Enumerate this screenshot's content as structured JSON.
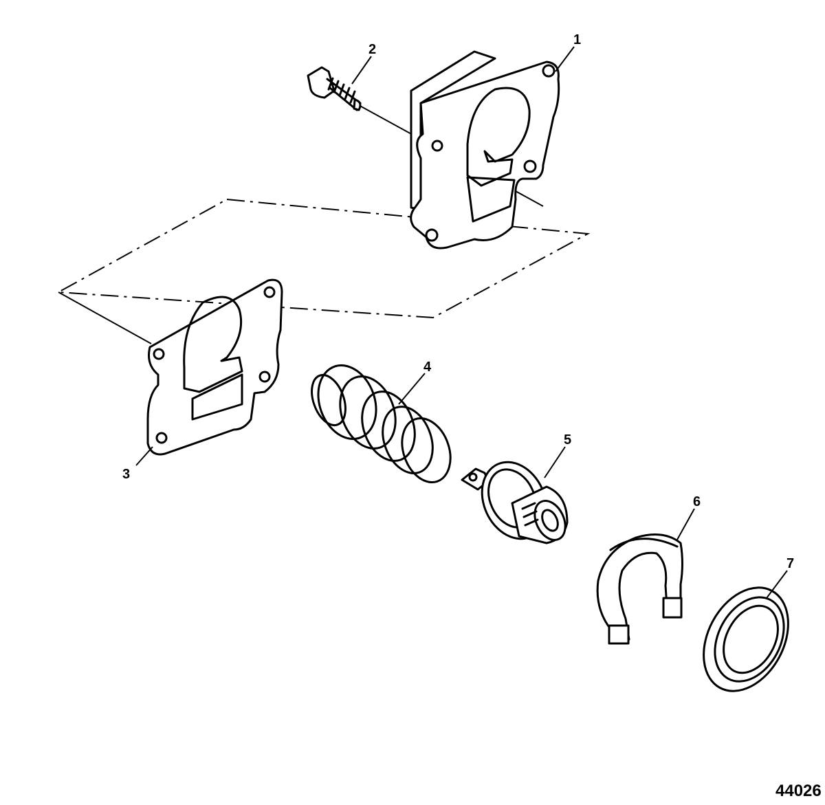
{
  "diagram": {
    "figure_number": "44026",
    "callouts": [
      {
        "id": "1",
        "label": "1"
      },
      {
        "id": "2",
        "label": "2"
      },
      {
        "id": "3",
        "label": "3"
      },
      {
        "id": "4",
        "label": "4"
      },
      {
        "id": "5",
        "label": "5"
      },
      {
        "id": "6",
        "label": "6"
      },
      {
        "id": "7",
        "label": "7"
      }
    ]
  }
}
